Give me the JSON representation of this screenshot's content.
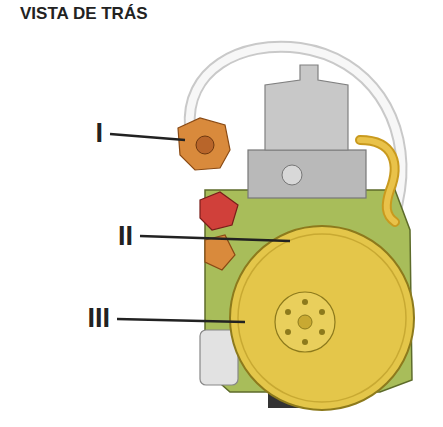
{
  "diagram": {
    "title": "VISTA DE TRÁS",
    "labels": [
      "I",
      "II",
      "III"
    ]
  }
}
